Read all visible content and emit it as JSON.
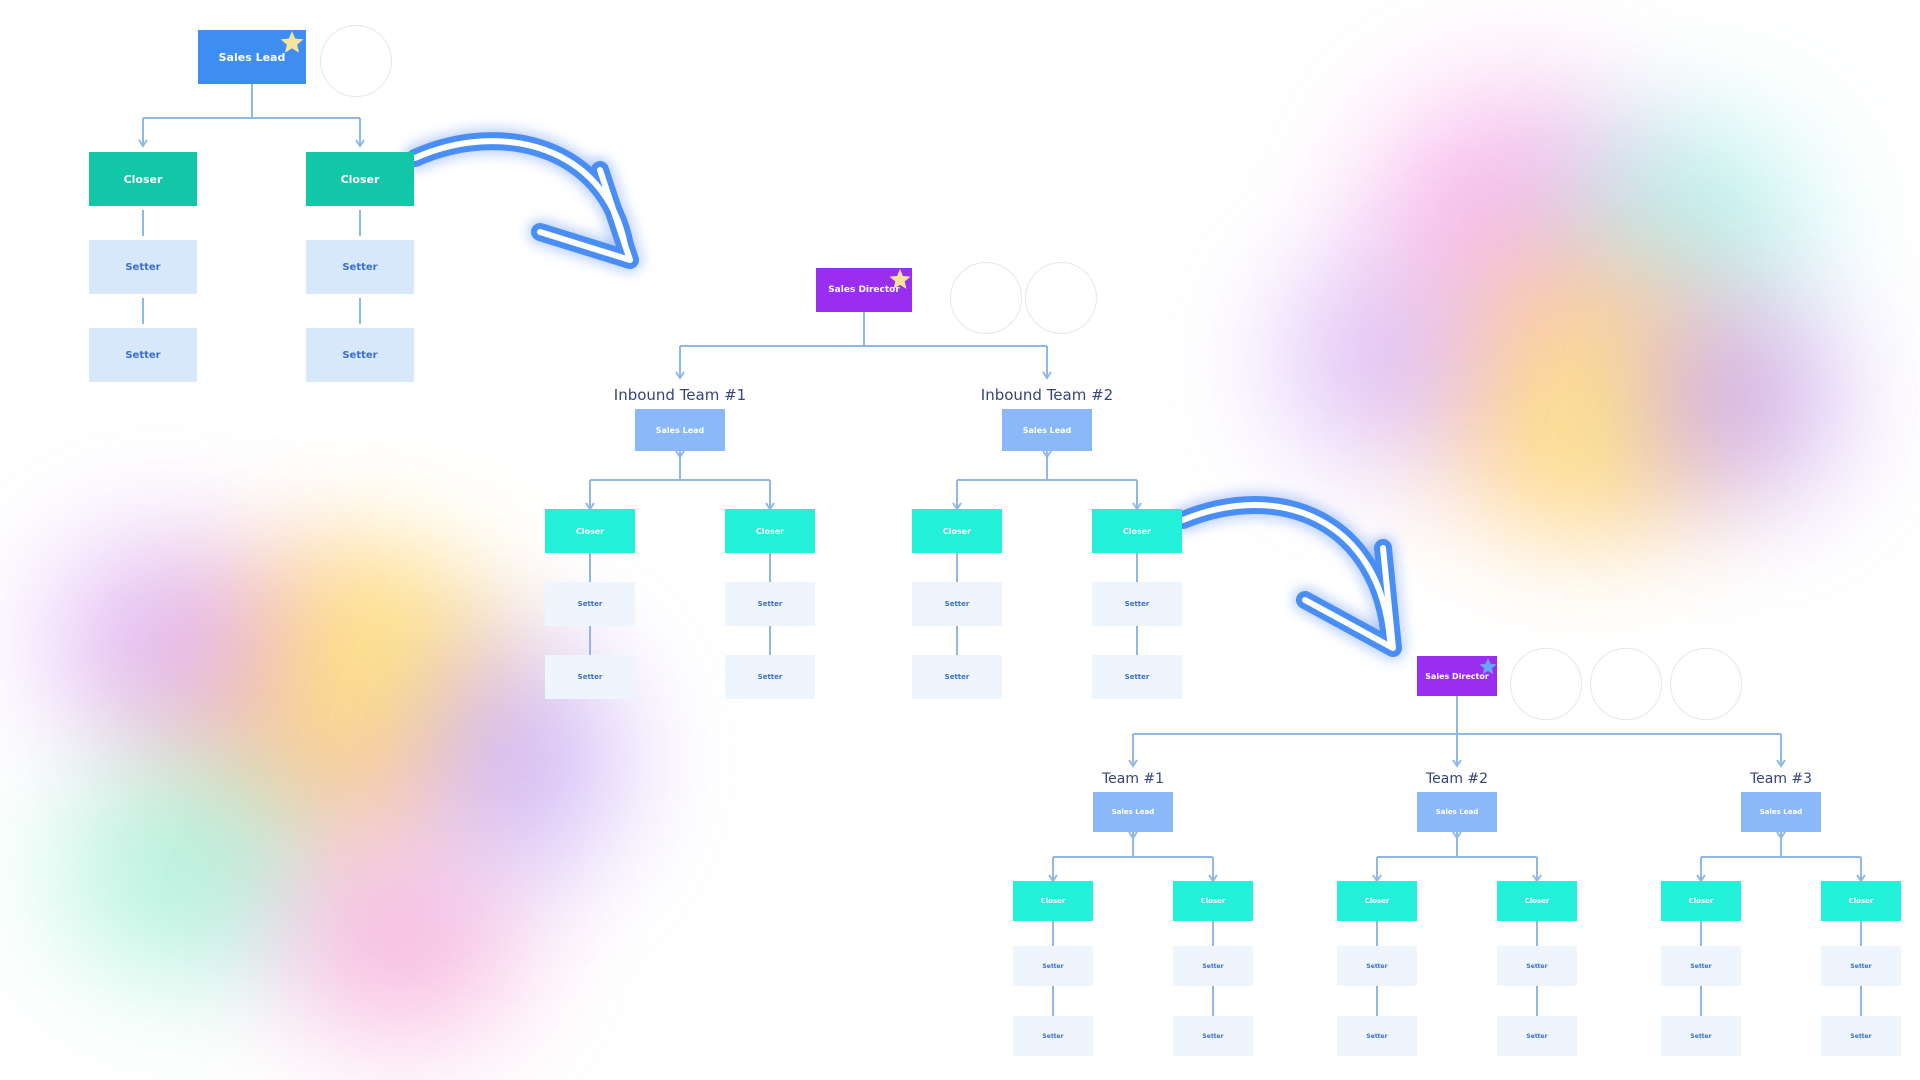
{
  "colors": {
    "sales_lead_primary": "#3d8ef0",
    "sales_lead": "#8ab8f8",
    "closer_dark": "#12c7a8",
    "closer_light": "#22f0d8",
    "setter": "#d7e8fb",
    "setter_light": "#eef5fd",
    "director": "#9a2ef0",
    "connector": "#8fb8e8",
    "arrow": "#4a8ef5",
    "star_gold": "#f6e49a",
    "star_blue": "#6aa4f8"
  },
  "icons": [
    "star-icon",
    "curved-arrow-icon"
  ],
  "chart1": {
    "lead": "Sales Lead",
    "closers": [
      "Closer",
      "Closer"
    ],
    "setter": "Setter"
  },
  "chart2": {
    "director": "Sales Director",
    "teams": [
      {
        "label": "Inbound Team #1",
        "lead": "Sales Lead",
        "closers": [
          "Closer",
          "Closer"
        ],
        "setter": "Setter"
      },
      {
        "label": "Inbound Team #2",
        "lead": "Sales Lead",
        "closers": [
          "Closer",
          "Closer"
        ],
        "setter": "Setter"
      }
    ]
  },
  "chart3": {
    "director": "Sales Director",
    "teams": [
      {
        "label": "Team #1",
        "lead": "Sales Lead",
        "closers": [
          "Closer",
          "Closer"
        ],
        "setter": "Setter"
      },
      {
        "label": "Team #2",
        "lead": "Sales Lead",
        "closers": [
          "Closer",
          "Closer"
        ],
        "setter": "Setter"
      },
      {
        "label": "Team #3",
        "lead": "Sales Lead",
        "closers": [
          "Closer",
          "Closer"
        ],
        "setter": "Setter"
      }
    ]
  }
}
